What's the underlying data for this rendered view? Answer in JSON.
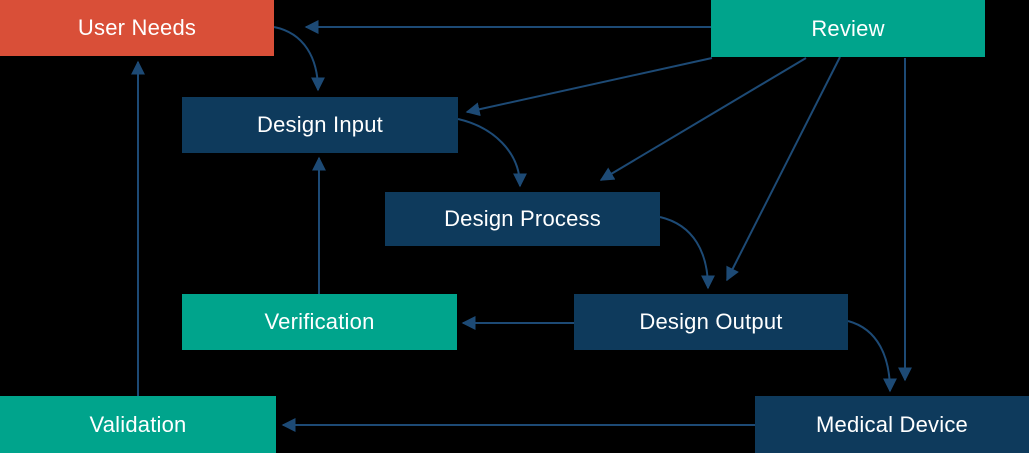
{
  "diagram": {
    "kind": "design-control-flow",
    "background_color": "#000000",
    "arrow_color": "#1d4a75",
    "text_color": "#ffffff"
  },
  "nodes": {
    "user_needs": {
      "label": "User Needs",
      "color": "#d94f38"
    },
    "review": {
      "label": "Review",
      "color": "#00a48c"
    },
    "design_input": {
      "label": "Design Input",
      "color": "#0e3a5c"
    },
    "design_process": {
      "label": "Design Process",
      "color": "#0e3a5c"
    },
    "verification": {
      "label": "Verification",
      "color": "#00a48c"
    },
    "design_output": {
      "label": "Design Output",
      "color": "#0e3a5c"
    },
    "validation": {
      "label": "Validation",
      "color": "#00a48c"
    },
    "medical_device": {
      "label": "Medical Device",
      "color": "#0e3a5c"
    }
  },
  "edges": [
    {
      "from": "review",
      "to": "user_needs",
      "style": "straight"
    },
    {
      "from": "user_needs",
      "to": "design_input",
      "style": "curved"
    },
    {
      "from": "review",
      "to": "design_input",
      "style": "straight"
    },
    {
      "from": "design_input",
      "to": "design_process",
      "style": "curved"
    },
    {
      "from": "review",
      "to": "design_process",
      "style": "straight"
    },
    {
      "from": "design_process",
      "to": "design_output",
      "style": "curved"
    },
    {
      "from": "review",
      "to": "design_output",
      "style": "straight"
    },
    {
      "from": "design_output",
      "to": "verification",
      "style": "straight"
    },
    {
      "from": "verification",
      "to": "design_input",
      "style": "straight"
    },
    {
      "from": "design_output",
      "to": "medical_device",
      "style": "curved"
    },
    {
      "from": "review",
      "to": "medical_device",
      "style": "straight"
    },
    {
      "from": "medical_device",
      "to": "validation",
      "style": "straight"
    },
    {
      "from": "validation",
      "to": "user_needs",
      "style": "straight"
    }
  ]
}
